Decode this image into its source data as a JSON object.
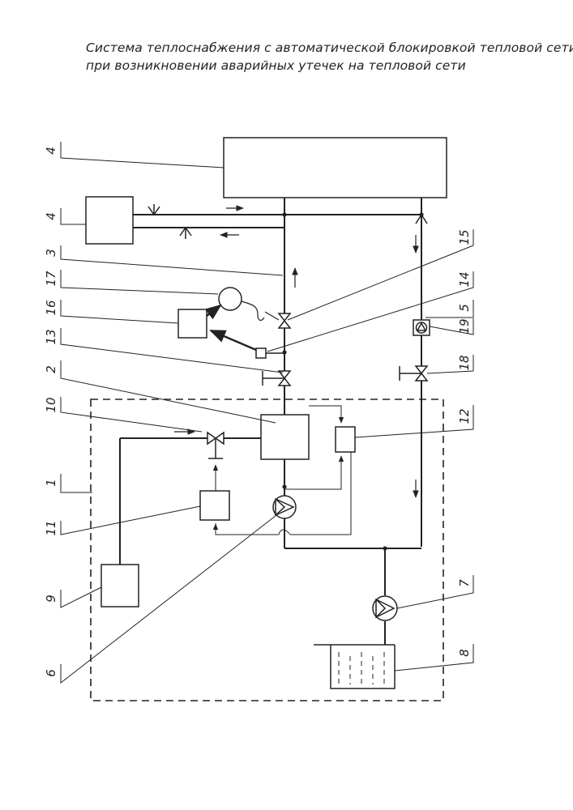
{
  "title": {
    "line1": "Система теплоснабжения с автоматической блокировкой тепловой сети",
    "line2": "при возникновении аварийных утечек на тепловой сети"
  },
  "labels": {
    "l1": "1",
    "l2": "2",
    "l3": "3",
    "l4a": "4",
    "l4b": "4",
    "l5": "5",
    "l6": "6",
    "l7": "7",
    "l8": "8",
    "l9": "9",
    "l10": "10",
    "l11": "11",
    "l12": "12",
    "l13": "13",
    "l14": "14",
    "l15": "15",
    "l16": "16",
    "l17": "17",
    "l18": "18",
    "l19": "19"
  }
}
